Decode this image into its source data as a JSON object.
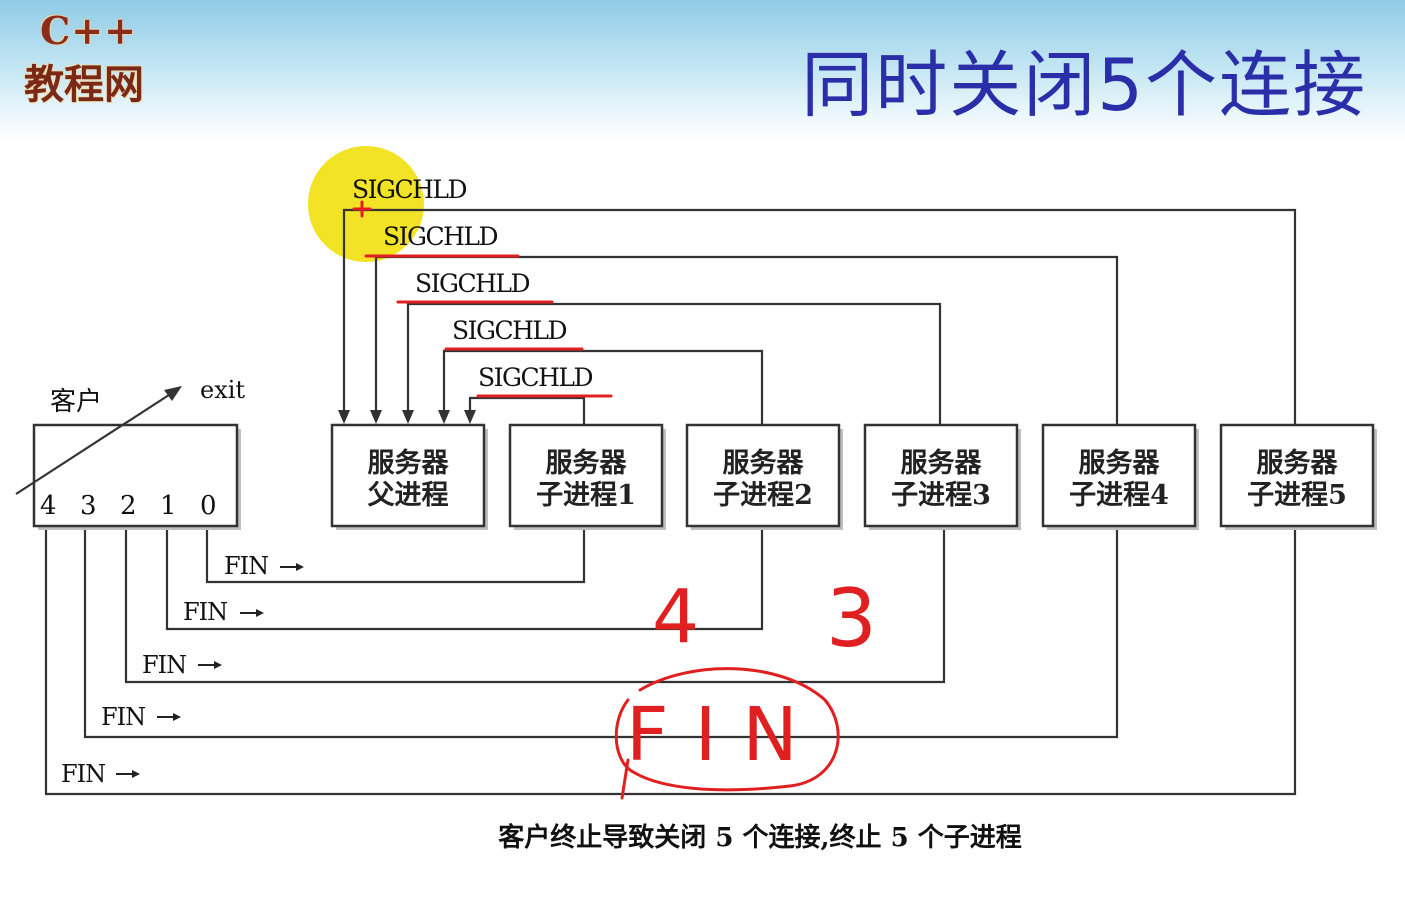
{
  "header": {
    "logo_top": "C++",
    "logo_bottom": "教程网",
    "title": "同时关闭5个连接"
  },
  "diagram": {
    "client": {
      "label": "客户",
      "exit_label": "exit",
      "ports": [
        "4",
        "3",
        "2",
        "1",
        "0"
      ]
    },
    "parent": {
      "line1": "服务器",
      "line2": "父进程"
    },
    "children": [
      {
        "line1": "服务器",
        "line2": "子进程1"
      },
      {
        "line1": "服务器",
        "line2": "子进程2"
      },
      {
        "line1": "服务器",
        "line2": "子进程3"
      },
      {
        "line1": "服务器",
        "line2": "子进程4"
      },
      {
        "line1": "服务器",
        "line2": "子进程5"
      }
    ],
    "signals": [
      "SIGCHLD",
      "SIGCHLD",
      "SIGCHLD",
      "SIGCHLD",
      "SIGCHLD"
    ],
    "fin_labels": [
      "FIN",
      "FIN",
      "FIN",
      "FIN",
      "FIN"
    ],
    "caption": "客户终止导致关闭 5 个连接,终止 5 个子进程"
  },
  "annotations": {
    "handwritten_4": "4",
    "handwritten_3": "3",
    "handwritten_fin": "FIN",
    "ink_color": "#e02020",
    "highlight_color": "#f2e21a"
  }
}
